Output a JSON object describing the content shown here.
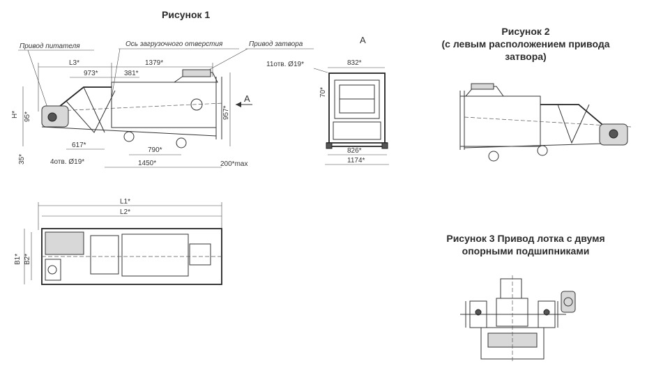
{
  "figures": {
    "fig1_caption": "Рисунок 1",
    "fig2_caption_line1": "Рисунок 2",
    "fig2_caption_line2": "(с левым расположением привода",
    "fig2_caption_line3": "затвора)",
    "fig3_caption_line1": "Рисунок 3 Привод лотка с двумя",
    "fig3_caption_line2": "опорными подшипниками"
  },
  "fig1_side": {
    "label_feeder_drive": "Привод питателя",
    "label_axis_loading_opening": "Ось загрузочного отверстия",
    "label_gate_drive": "Привод затвора",
    "dim_L3": "L3*",
    "dim_1379": "1379*",
    "dim_973": "973*",
    "dim_381": "381*",
    "dim_H": "H*",
    "dim_95": "95*",
    "dim_957": "957*",
    "dim_35": "35*",
    "dim_617": "617*",
    "dim_790": "790*",
    "dim_holes4": "4отв. Ø19*",
    "dim_1450": "1450*",
    "dim_200max": "200*max",
    "view_marker": "A"
  },
  "fig1_end": {
    "view_title": "A",
    "dim_holes11": "11отв. Ø19*",
    "dim_832": "832*",
    "dim_70": "70*",
    "dim_826": "826*",
    "dim_1174": "1174*"
  },
  "fig1_plan": {
    "dim_L1": "L1*",
    "dim_L2": "L2*",
    "dim_B1": "B1*",
    "dim_B2": "B2*"
  }
}
